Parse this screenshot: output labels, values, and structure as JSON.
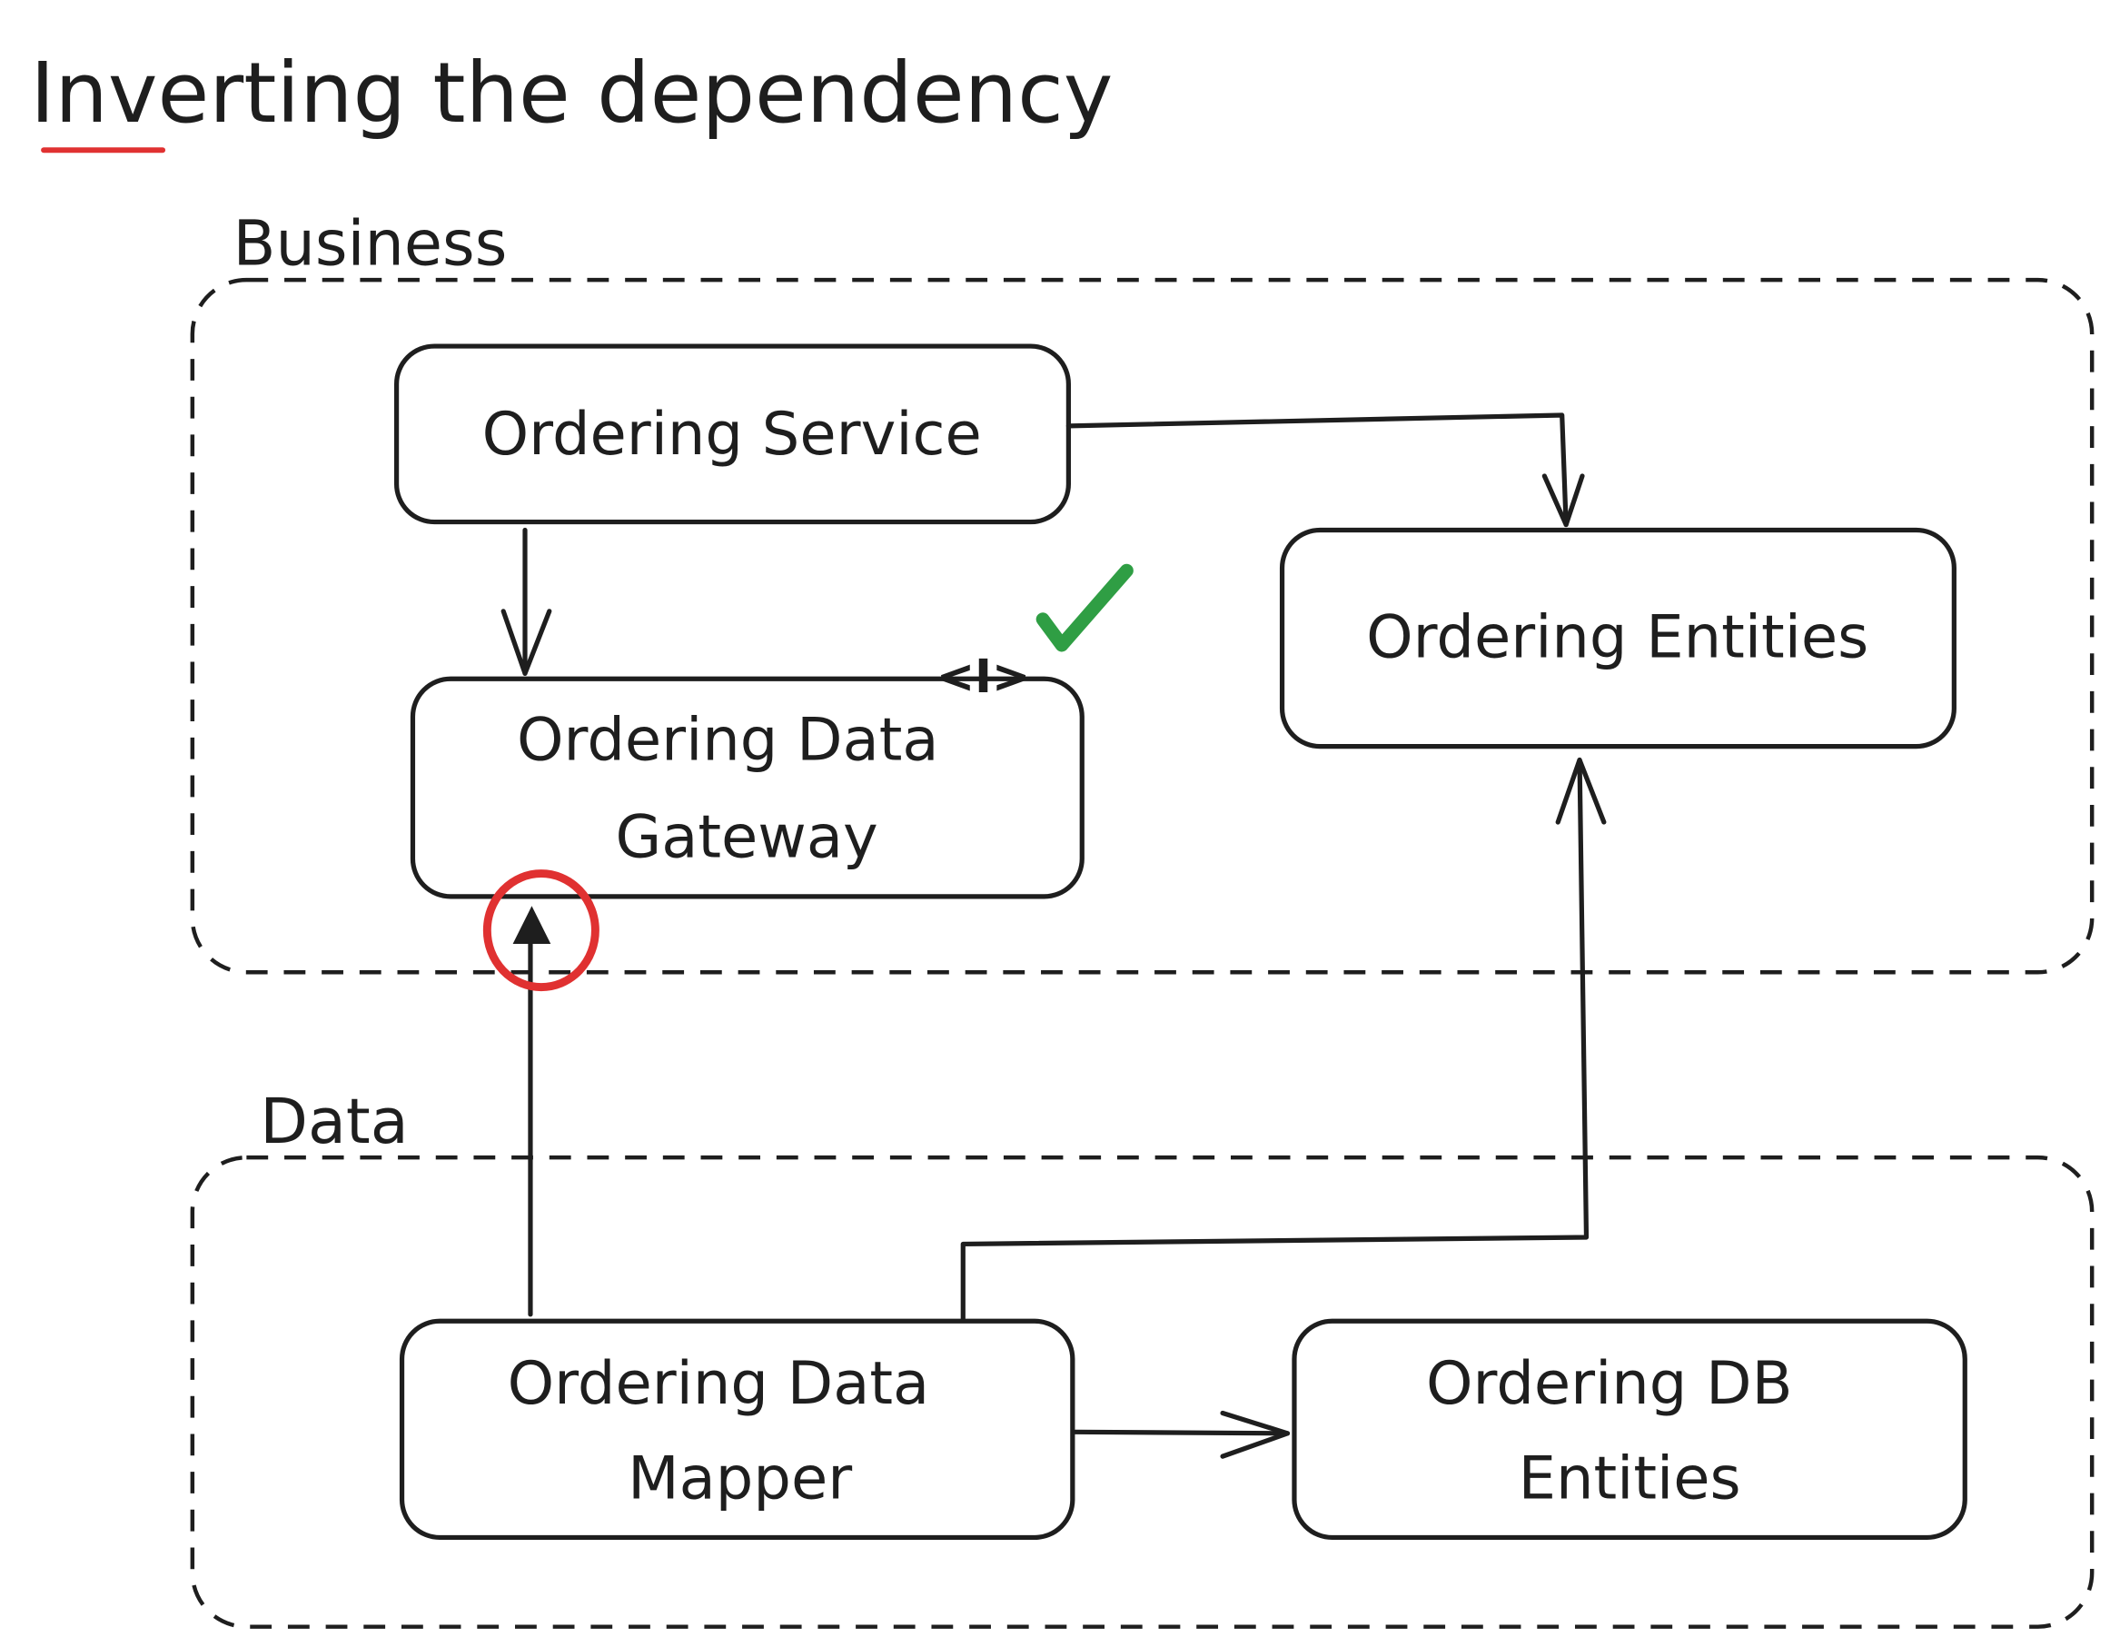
{
  "title": "Inverting the dependency",
  "groups": {
    "business": {
      "label": "Business"
    },
    "data": {
      "label": "Data"
    }
  },
  "nodes": {
    "ordering_service": {
      "line1": "Ordering Service"
    },
    "ordering_entities": {
      "line1": "Ordering Entities"
    },
    "ordering_data_gateway": {
      "line1": "Ordering Data",
      "line2": "Gateway",
      "badge": "<I>"
    },
    "ordering_data_mapper": {
      "line1": "Ordering Data",
      "line2": "Mapper"
    },
    "ordering_db_entities": {
      "line1": "Ordering DB",
      "line2": "Entities"
    }
  },
  "edges": [
    {
      "from": "Ordering Service",
      "to": "Ordering Entities"
    },
    {
      "from": "Ordering Service",
      "to": "Ordering Data Gateway"
    },
    {
      "from": "Ordering Data Mapper",
      "to": "Ordering Data Gateway",
      "highlighted": true
    },
    {
      "from": "Ordering Data Mapper",
      "to": "Ordering Entities"
    },
    {
      "from": "Ordering Data Mapper",
      "to": "Ordering DB Entities"
    }
  ],
  "colors": {
    "ink": "#1e1e1e",
    "underline": "#e03131",
    "highlight_circle": "#e03131",
    "checkmark": "#2f9e44"
  }
}
